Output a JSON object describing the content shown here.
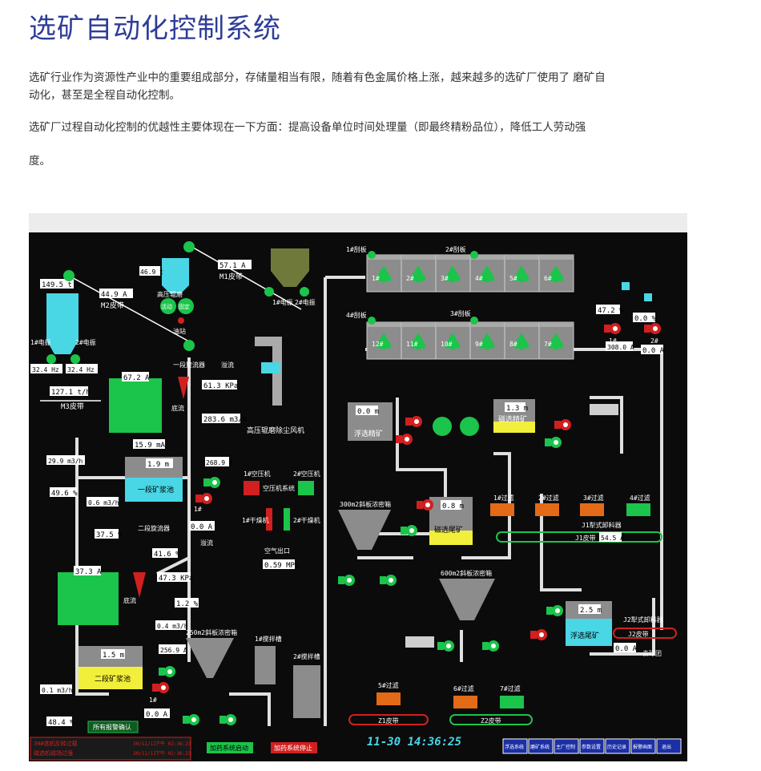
{
  "article": {
    "title": "选矿自动化控制系统",
    "para1": "选矿行业作为资源性产业中的重要组成部分，存储量相当有限，随着有色金属价格上涨，越来越多的选矿厂使用了 磨矿自动化，甚至是全程自动化控制。",
    "para2": "选矿厂过程自动化控制的优越性主要体现在一下方面：提高设备单位时间处理量（即最终精粉品位），降低工人劳动强",
    "para3": "度。"
  },
  "scada": {
    "colors": {
      "bg": "#0b0b0b",
      "pipe": "#e8e8e8",
      "green": "#1bc44a",
      "red": "#d21f1f",
      "tank": "#8c8c8c",
      "cyan": "#49d6e5",
      "yellow": "#f2ef3a",
      "orange": "#e36a16",
      "olive": "#6f7a3a"
    },
    "readouts": {
      "r1": "149.5 t",
      "r2": "44.9 A",
      "r3": "46.9 t",
      "r4": "57.1 A",
      "r5": "32.4 Hz",
      "r6": "32.4 Hz",
      "r7": "127.1 t/h",
      "r8": "67.2 A",
      "r9": "61.3 KPa",
      "r10": "283.6 m3/h",
      "r11": "15.9 mA",
      "r12": "29.9 m3/h",
      "r13": "49.6 %",
      "r14": "1.9 m",
      "r15": "268.9 A",
      "r16": "0.6 m3/h",
      "r17": "0.0 A",
      "r18": "37.5 %",
      "r19": "41.6 %",
      "r20": "47.3 KPa",
      "r21": "1.2 %",
      "r22": "0.4 m3/h",
      "r23": "37.3 A",
      "r24": "256.9 A",
      "r25": "1.5 m",
      "r26": "0.1 m3/h",
      "r27": "48.4 %",
      "r28": "0.0 A",
      "r29": "0.59 MPa",
      "r30": "0.0 m",
      "r31": "1.3 m",
      "r32": "0.8 m",
      "r33": "47.2 %",
      "r34": "0.0 %",
      "r35": "308.0 A",
      "r36": "0.0 A",
      "r37": "54.5 A",
      "r38": "2.5 m",
      "r39": "0.0 A"
    },
    "labels": {
      "m2": "M2皮带",
      "m1": "M1皮带",
      "m3": "M3皮带",
      "e1": "1#电振",
      "e2": "2#电振",
      "e1b": "1#电振",
      "e2b": "2#电振",
      "move": "活动",
      "fix": "固定",
      "oil": "油站",
      "hp_grind": "高压辊磨",
      "dust": "高压辊磨除尘风机",
      "c1": "一段旋流器",
      "over1": "溢流",
      "under1": "底流",
      "t1": "一段矿浆池",
      "p1": "1#",
      "c2": "二段旋流器",
      "over2": "溢流",
      "under2": "底流",
      "t2": "二段矿浆池",
      "p2": "1#",
      "ac1": "1#空压机",
      "ac2": "2#空压机",
      "acs": "空压机系统",
      "dry1": "1#干燥机",
      "dry2": "2#干燥机",
      "air": "空气出口",
      "thick250": "250m2斜板浓密箱",
      "mix1": "1#搅拌槽",
      "mix2": "2#搅拌槽",
      "scr1": "1#刮板",
      "scr2": "2#刮板",
      "scr3": "3#刮板",
      "scr4": "4#刮板",
      "floatc": "浮选精矿",
      "magc": "磁选精矿",
      "thick300": "300m2斜板浓密箱",
      "magt": "磁选尾矿",
      "f1": "1#过滤",
      "f2": "2#过滤",
      "f3": "3#过滤",
      "f4": "4#过滤",
      "j1u": "J1犁式卸料器",
      "j1": "J1皮带",
      "thick600": "600m2斜板浓密箱",
      "j2u": "J2犁式卸料器",
      "j2": "J2皮带",
      "floatt": "浮选尾矿",
      "ball": "去球团",
      "f5": "5#过滤",
      "f6": "6#过滤",
      "f7": "7#过滤",
      "z1": "Z1皮带",
      "z2": "Z2皮带",
      "alarm_ok": "所有报警确认",
      "start": "加药系统启动",
      "stop": "加药系统停止",
      "cell1": "1#",
      "cell2": "2#",
      "cell3": "3#",
      "cell4": "4#",
      "cell5": "5#",
      "cell6": "6#",
      "cell7": "7#",
      "cell8": "8#",
      "cell9": "9#",
      "cell10": "10#",
      "cell11": "11#",
      "cell12": "12#",
      "n1": "1#",
      "n2": "2#"
    },
    "log": {
      "row1_text": "30#选机反转过载",
      "row1_date": "30/11/11",
      "row1_time": "下午 02:36:23",
      "row2_text": "磁选机磁场过强",
      "row2_date": "30/11/11",
      "row2_time": "下午 02:36:23"
    },
    "clock": "11-30 14:36:25",
    "nav": [
      "浮选系统",
      "磨矿系统",
      "主厂控制",
      "参数设置",
      "历史记录",
      "报警画面",
      "退出"
    ]
  }
}
